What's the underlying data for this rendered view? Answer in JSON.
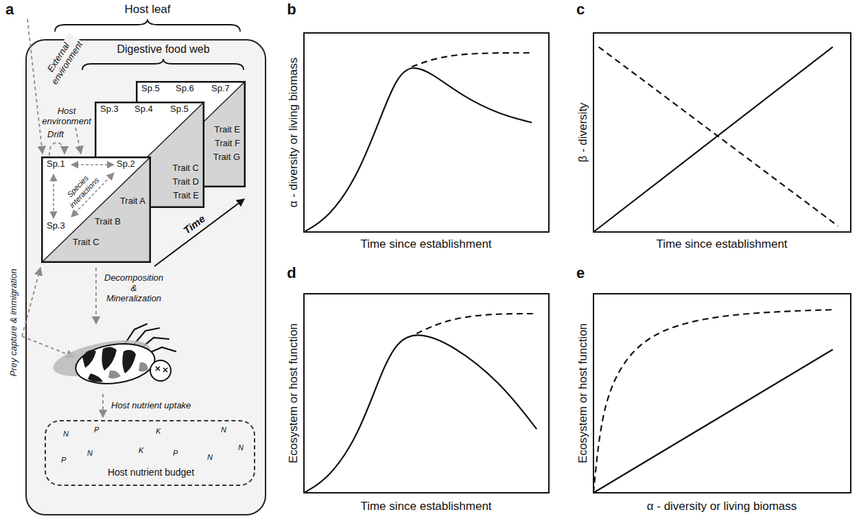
{
  "diagram": {
    "nodes": [
      {
        "text": [
          "Host leaf"
        ]
      },
      {
        "text": [
          "Sp.1",
          "Sp.2",
          "Sp.3",
          "Trait A",
          "Trait B",
          "Trait C"
        ],
        "in": 0
      },
      {
        "text": [
          "Sp.3",
          "Sp.4",
          "Sp.5",
          "Trait C",
          "Trait D",
          "Trait E"
        ],
        "in": 0
      },
      {
        "text": [
          "Sp.5",
          "Sp.6",
          "Sp.7",
          "Trait E",
          "Trait F",
          "Trait G"
        ],
        "in": 0
      },
      {
        "text": [
          "Host nutrient budget",
          "N",
          "P",
          "K",
          "N",
          "N",
          "P",
          "N",
          "K",
          "P",
          "N"
        ],
        "in": 0
      }
    ],
    "labels": [
      "a",
      "Digestive food web",
      "External environment",
      "Host environment",
      "Drift",
      "Species interactions",
      "Time",
      "Prey capture & immigration",
      "Decomposition & Mineralization",
      "Host nutrient uptake",
      "b",
      "α - diversity or living biomass",
      "Time since establishment",
      "c",
      "β - diversity",
      "Time since establishment",
      "d",
      "Ecosystem or host function",
      "Time since establishment",
      "e",
      "Ecosystem or host function",
      "α - diversity or living biomass"
    ]
  }
}
